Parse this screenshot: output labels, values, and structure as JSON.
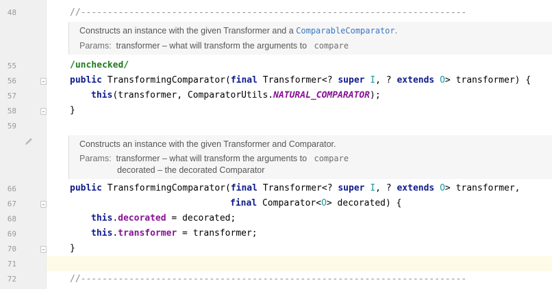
{
  "line_numbers": [
    "48",
    "55",
    "56",
    "57",
    "58",
    "59",
    "66",
    "67",
    "68",
    "69",
    "70",
    "71",
    "72"
  ],
  "divider_comment": "//------------------------------------------------------------------------",
  "doc1": {
    "desc_prefix": "Constructs an instance with the given Transformer and a ",
    "desc_link": "ComparableComparator",
    "desc_suffix": ".",
    "params_label": "Params:",
    "param1": "transformer – what will transform the arguments to",
    "param1_code": "compare"
  },
  "line55": {
    "annotation": "/unchecked/"
  },
  "line56": {
    "k_public": "public",
    "name": " TransformingComparator(",
    "k_final": "final",
    "t1": " Transformer<? ",
    "k_super": "super",
    "g1": "I",
    "t2": ", ? ",
    "k_extends": "extends",
    "g2": "O",
    "t3": "> transformer) {"
  },
  "line57": {
    "k_this": "this",
    "t1": "(transformer, ComparatorUtils.",
    "constant": "NATURAL_COMPARATOR",
    "t2": ");"
  },
  "line58": {
    "text": "}"
  },
  "doc2": {
    "desc": "Constructs an instance with the given Transformer and Comparator.",
    "params_label": "Params:",
    "param1": "transformer – what will transform the arguments to",
    "param1_code": "compare",
    "param2": "decorated – the decorated Comparator"
  },
  "line66": {
    "k_public": "public",
    "name": " TransformingComparator(",
    "k_final": "final",
    "t1": " Transformer<? ",
    "k_super": "super",
    "g1": "I",
    "t2": ", ? ",
    "k_extends": "extends",
    "g2": "O",
    "t3": "> transformer,"
  },
  "line67": {
    "k_final": "final",
    "t1": " Comparator<",
    "g1": "O",
    "t2": "> decorated) {"
  },
  "line68": {
    "k_this": "this",
    "dot": ".",
    "field": "decorated",
    "t1": " = decorated;"
  },
  "line69": {
    "k_this": "this",
    "dot": ".",
    "field": "transformer",
    "t1": " = transformer;"
  },
  "line70": {
    "text": "}"
  },
  "icons": {
    "gutter_edit": "pencil-icon",
    "fold": "fold-marker-icon"
  }
}
